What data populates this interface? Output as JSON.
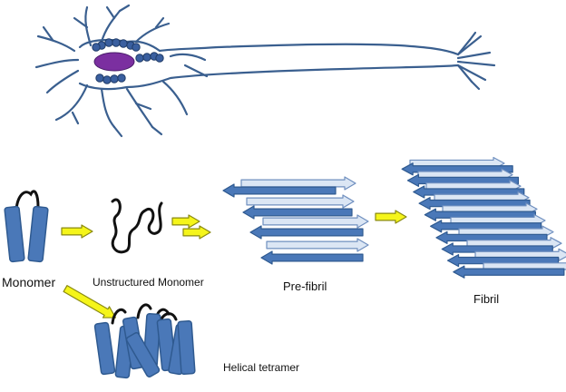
{
  "labels": {
    "monomer": "Monomer",
    "unstructured": "Unstructured Monomer",
    "prefibril": "Pre-fibril",
    "fibril": "Fibril",
    "tetramer": "Helical tetramer"
  },
  "colors": {
    "helix": "#4a78b8",
    "helix_stroke": "#2f5a90",
    "strand_dark": "#4a78b8",
    "strand_light": "#dbe6f4",
    "arrow": "#f5f51a",
    "neuron": "#3a5f8f",
    "nucleus": "#7b2fa0"
  }
}
